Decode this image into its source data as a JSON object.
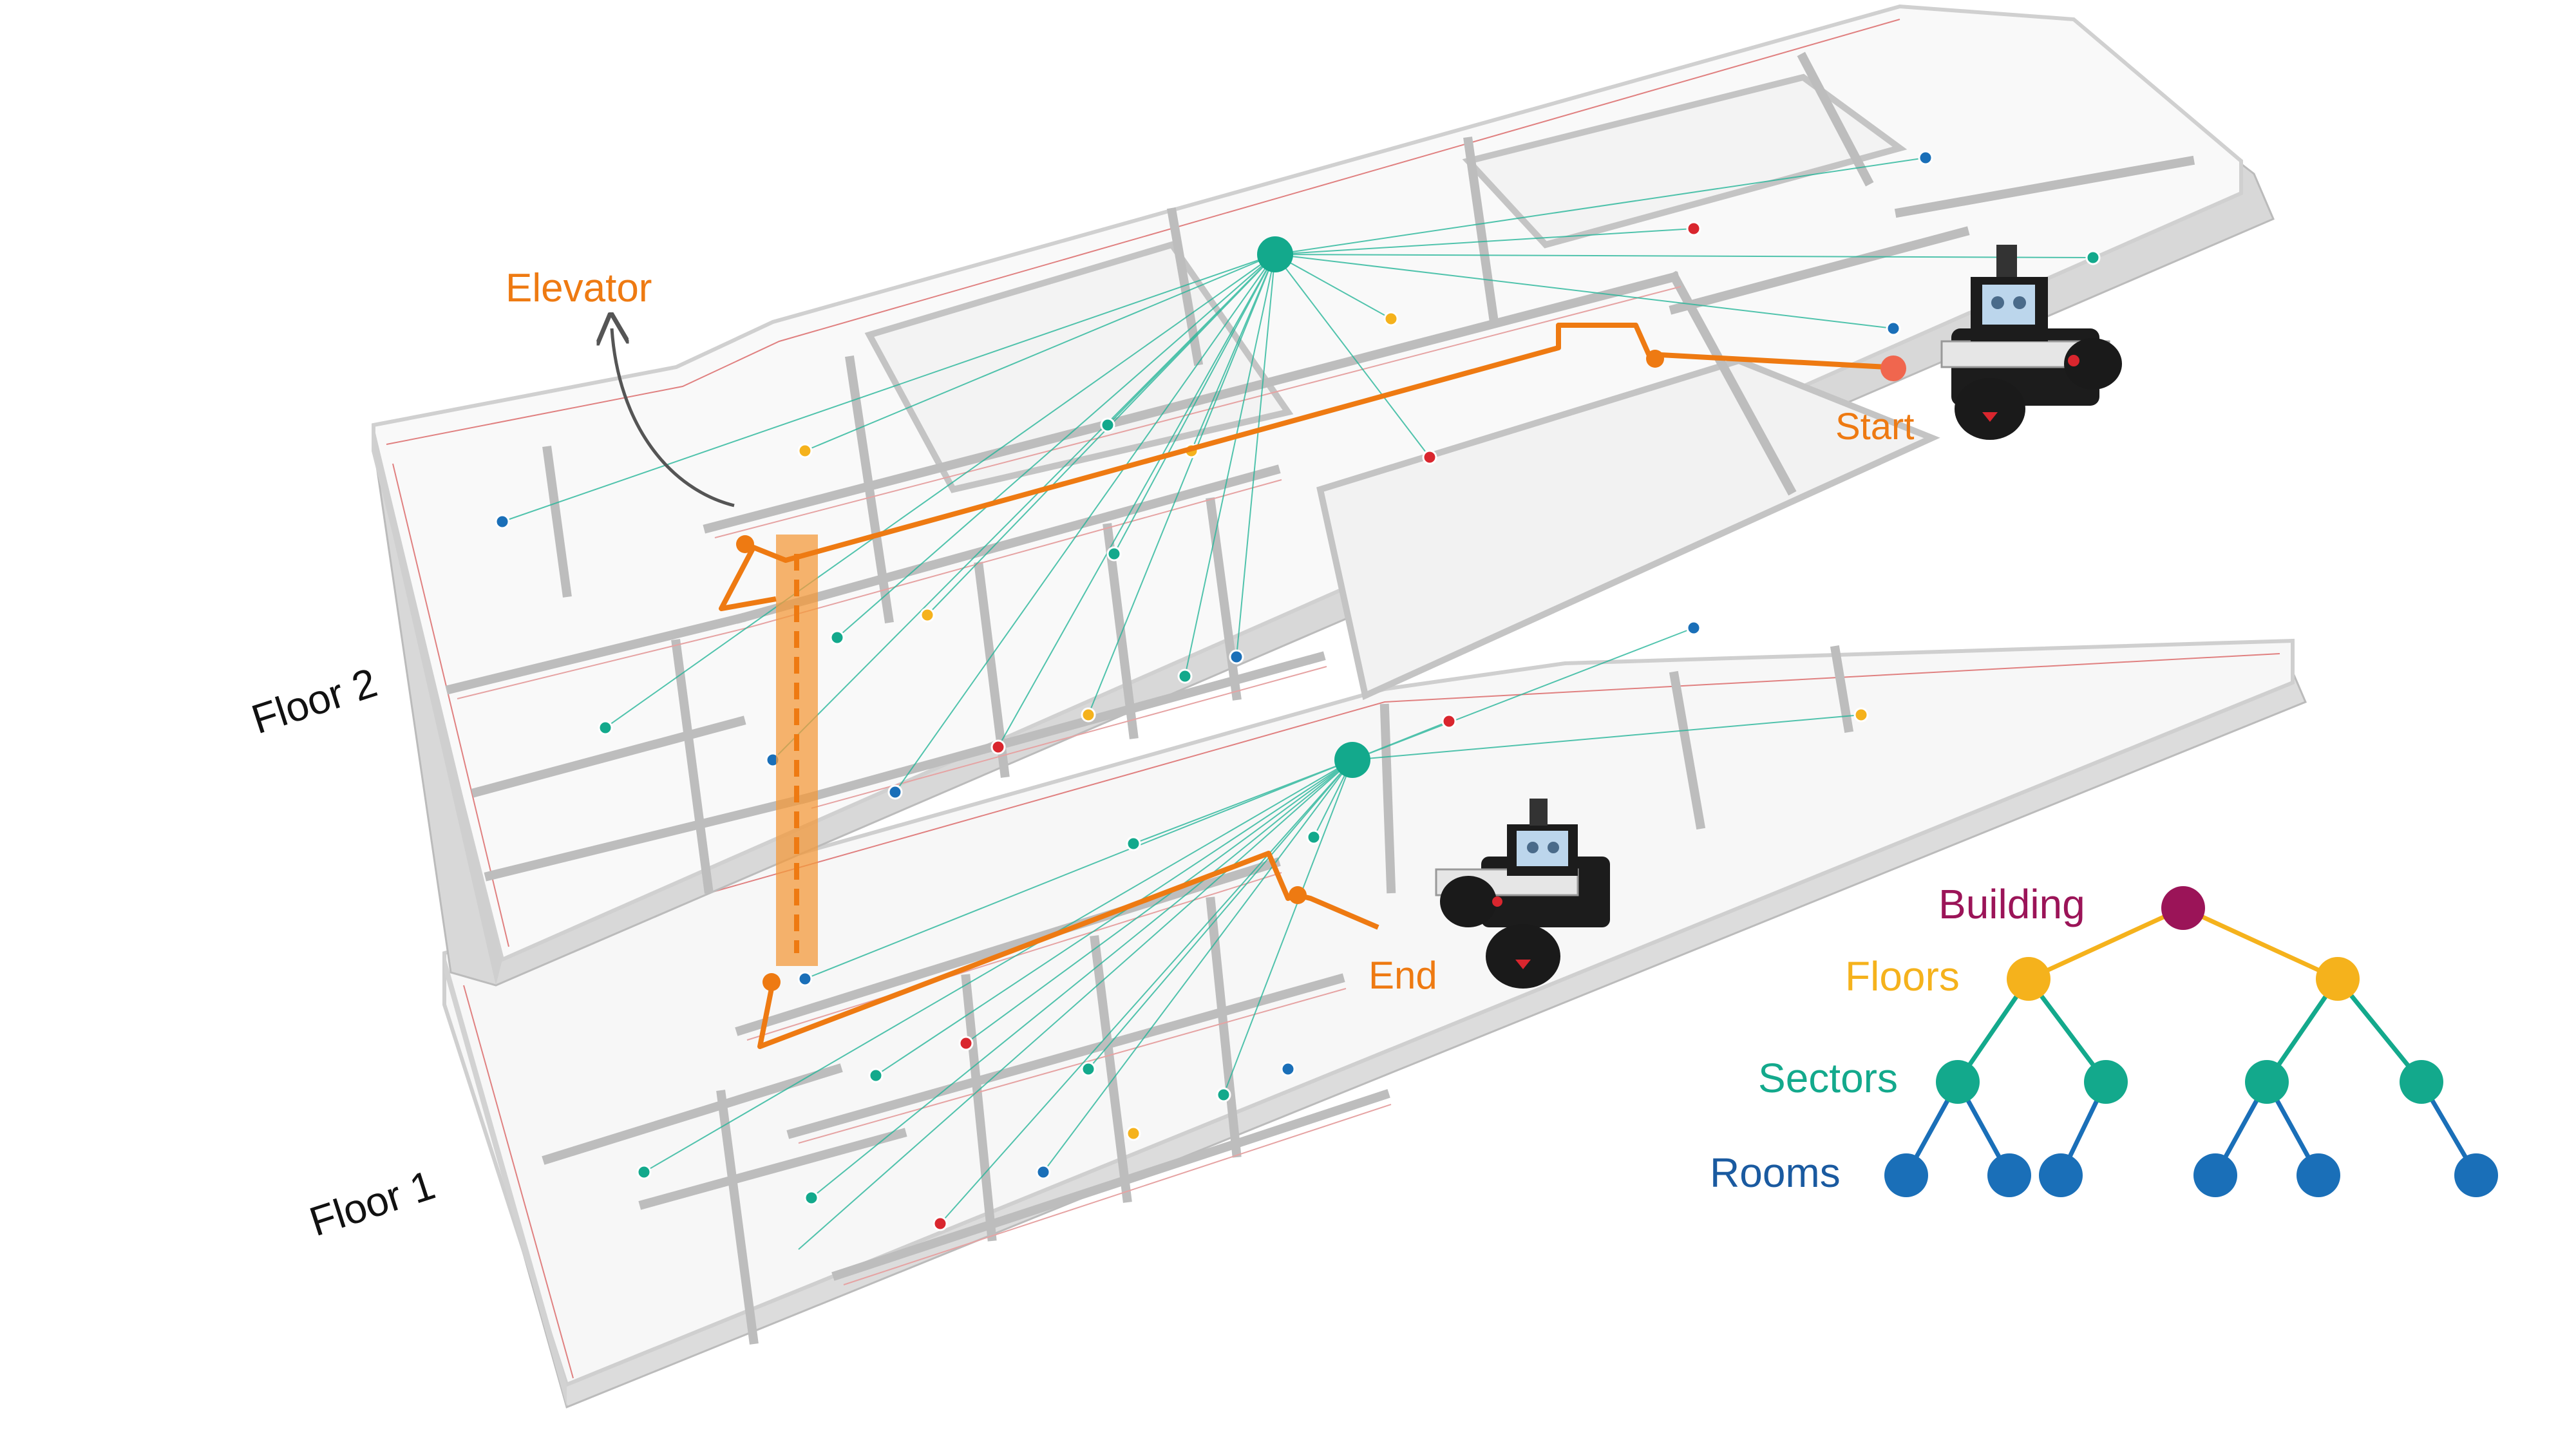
{
  "labels": {
    "floor2": "Floor 2",
    "floor1": "Floor 1",
    "elevator": "Elevator",
    "start": "Start",
    "end": "End"
  },
  "legend": {
    "building": "Building",
    "floors": "Floors",
    "sectors": "Sectors",
    "rooms": "Rooms"
  },
  "colors": {
    "building": "#9b1458",
    "floors": "#f5b21c",
    "sectors": "#13a98c",
    "rooms": "#1a6fb8",
    "path": "#ee7a12",
    "wall": "#c8c8c8",
    "wall_outline": "#d9534f",
    "floor_surface": "#fafafa",
    "label_text": "#111111"
  },
  "icons": {
    "robot": "robot-icon",
    "elevator_arrow": "curved-arrow-icon"
  }
}
